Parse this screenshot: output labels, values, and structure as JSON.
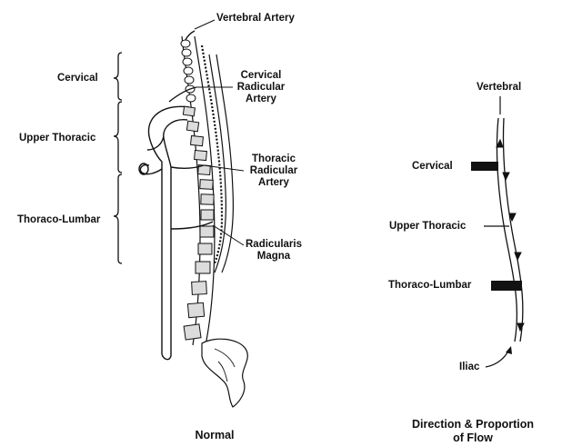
{
  "left_diagram": {
    "segments": [
      "Cervical",
      "Upper Thoracic",
      "Thoraco-Lumbar"
    ],
    "arteries": {
      "vertebral": "Vertebral Artery",
      "cervical_radicular": [
        "Cervical",
        "Radicular",
        "Artery"
      ],
      "thoracic_radicular": [
        "Thoracic",
        "Radicular",
        "Artery"
      ],
      "radicularis_magna": [
        "Radicularis",
        "Magna"
      ]
    },
    "caption": "Normal"
  },
  "right_diagram": {
    "labels": {
      "vertebral": "Vertebral",
      "cervical": "Cervical",
      "upper_thoracic": "Upper Thoracic",
      "thoraco_lumbar": "Thoraco-Lumbar",
      "iliac": "Iliac"
    },
    "caption": [
      "Direction & Proportion",
      "of Flow"
    ]
  }
}
